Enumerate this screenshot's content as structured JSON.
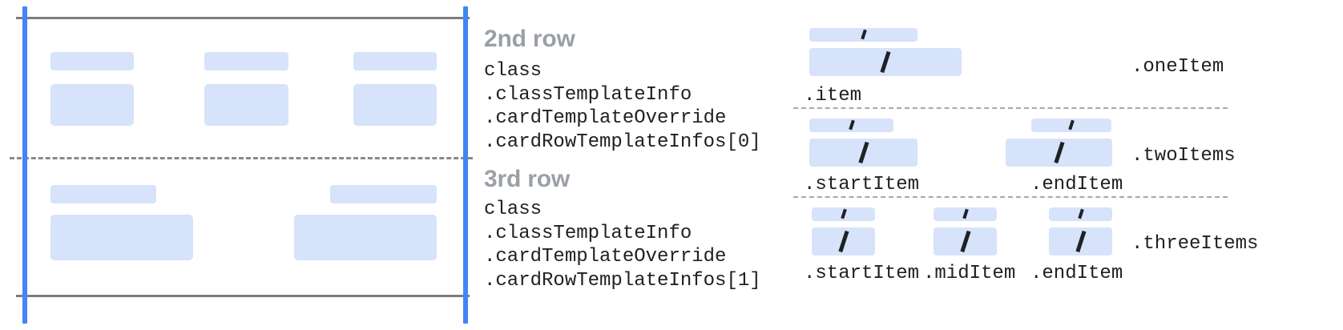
{
  "colors": {
    "placeholder_blue": "#d7e2fb",
    "guide_blue": "#4285f4",
    "rule_grey": "#7c7c7c",
    "dash_grey": "#8a8a8a",
    "title_grey": "#9aa0a6",
    "text_dark": "#202124",
    "background": "#ffffff"
  },
  "card_frame": {
    "name": "card-row-preview",
    "rows": [
      {
        "name": "second-row-preview",
        "items": 3
      },
      {
        "name": "third-row-preview",
        "items": 2
      }
    ]
  },
  "annotations": [
    {
      "title": "2nd row",
      "code": "class\n.classTemplateInfo\n.cardTemplateOverride\n.cardRowTemplateInfos[0]",
      "code_lines": [
        "class",
        ".classTemplateInfo",
        ".cardTemplateOverride",
        ".cardRowTemplateInfos[0]"
      ]
    },
    {
      "title": "3rd row",
      "code": "class\n.classTemplateInfo\n.cardTemplateOverride\n.cardRowTemplateInfos[1]",
      "code_lines": [
        "class",
        ".classTemplateInfo",
        ".cardTemplateOverride",
        ".cardRowTemplateInfos[1]"
      ]
    }
  ],
  "layouts": [
    {
      "name": "one-item-layout",
      "label": ".oneItem",
      "captions": [
        ".item"
      ]
    },
    {
      "name": "two-items-layout",
      "label": ".twoItems",
      "captions": [
        ".startItem",
        ".endItem"
      ]
    },
    {
      "name": "three-items-layout",
      "label": ".threeItems",
      "captions": [
        ".startItem",
        ".midItem",
        ".endItem"
      ]
    }
  ]
}
